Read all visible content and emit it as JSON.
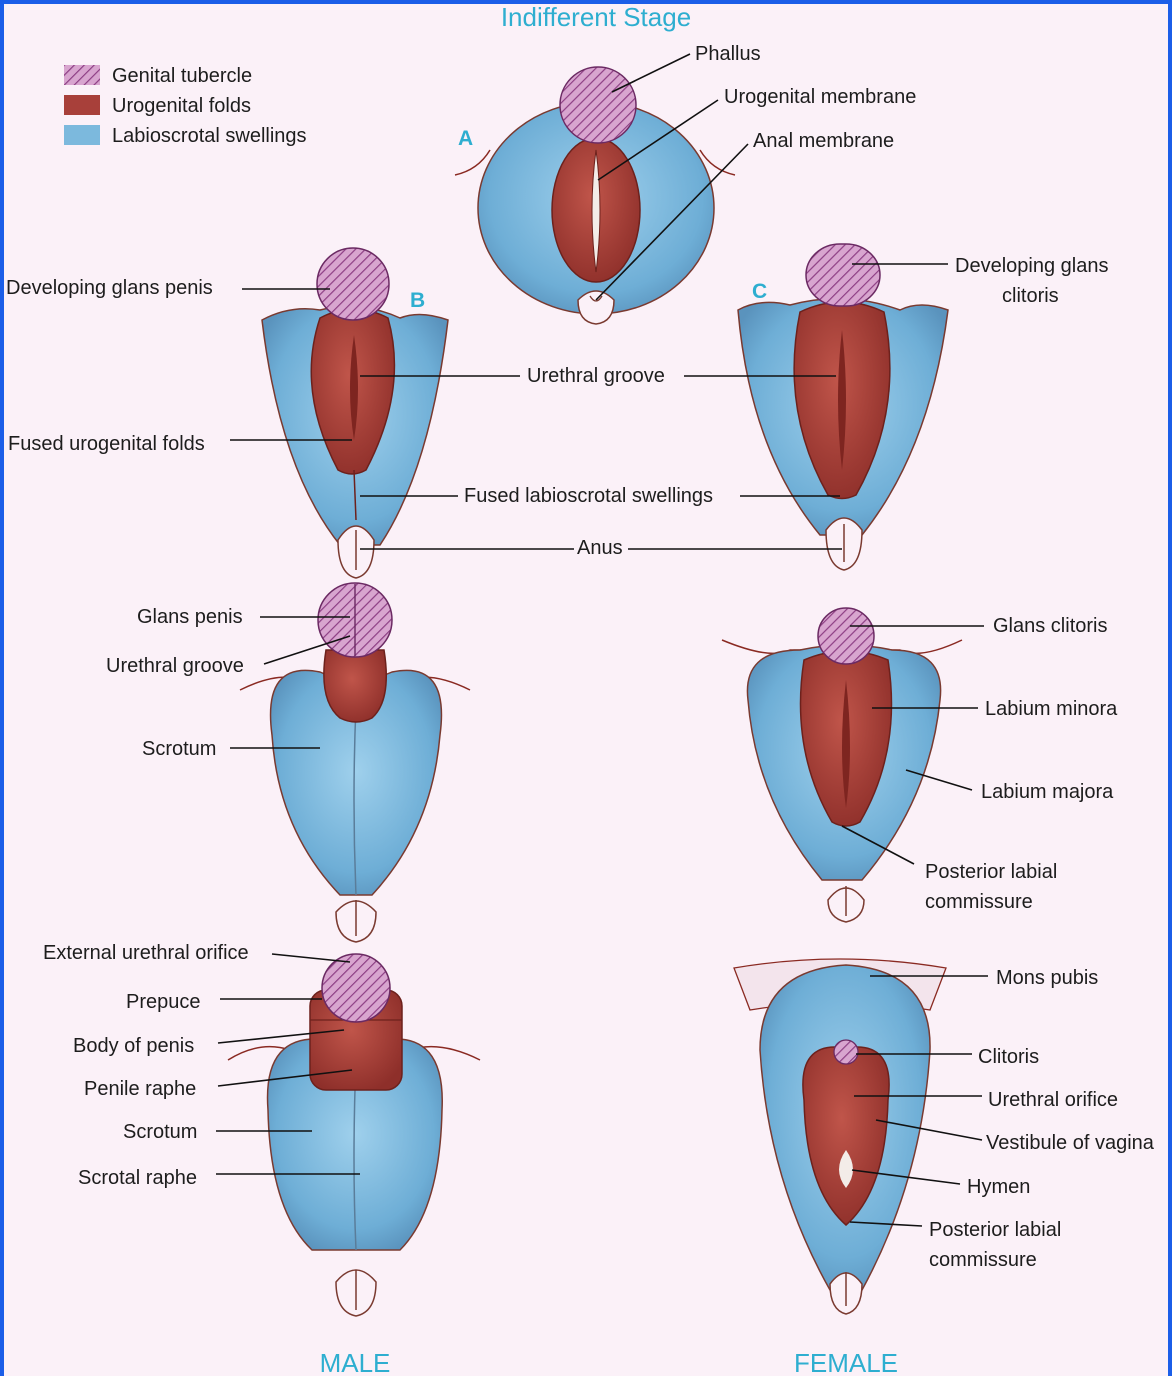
{
  "title": "Indifferent Stage",
  "legend": [
    {
      "label": "Genital tubercle",
      "color": "#c07ab4",
      "pattern": "hatch"
    },
    {
      "label": "Urogenital folds",
      "color": "#a8403a",
      "pattern": "solid"
    },
    {
      "label": "Labioscrotal swellings",
      "color": "#7cb9dd",
      "pattern": "solid"
    }
  ],
  "stages": {
    "a": "A",
    "b": "B",
    "c": "C"
  },
  "labels": {
    "phallus": "Phallus",
    "urogenital_membrane": "Urogenital membrane",
    "anal_membrane": "Anal membrane",
    "developing_glans_penis": "Developing glans penis",
    "developing_glans_clitoris_1": "Developing glans",
    "developing_glans_clitoris_2": "clitoris",
    "urethral_groove": "Urethral groove",
    "fused_urogenital_folds": "Fused urogenital folds",
    "fused_labioscrotal_swellings": "Fused labioscrotal swellings",
    "anus": "Anus",
    "glans_penis": "Glans penis",
    "urethral_groove_2": "Urethral groove",
    "scrotum": "Scrotum",
    "glans_clitoris": "Glans clitoris",
    "labium_minora": "Labium minora",
    "labium_majora": "Labium majora",
    "posterior_labial_commissure_1": "Posterior labial",
    "posterior_labial_commissure_2": "commissure",
    "external_urethral_orifice": "External urethral orifice",
    "prepuce": "Prepuce",
    "body_of_penis": "Body of penis",
    "penile_raphe": "Penile raphe",
    "scrotum_2": "Scrotum",
    "scrotal_raphe": "Scrotal raphe",
    "mons_pubis": "Mons pubis",
    "clitoris": "Clitoris",
    "urethral_orifice": "Urethral orifice",
    "vestibule_of_vagina": "Vestibule of vagina",
    "hymen": "Hymen",
    "posterior_labial_commissure_b1": "Posterior labial",
    "posterior_labial_commissure_b2": "commissure"
  },
  "columns": {
    "male": "MALE",
    "female": "FEMALE"
  },
  "colors": {
    "tubercle": "#c07ab4",
    "folds": "#a8403a",
    "swellings": "#7cb9dd",
    "outline": "#8a2a22",
    "accent_title": "#2eaed0",
    "frame": "#1b5ee8"
  }
}
